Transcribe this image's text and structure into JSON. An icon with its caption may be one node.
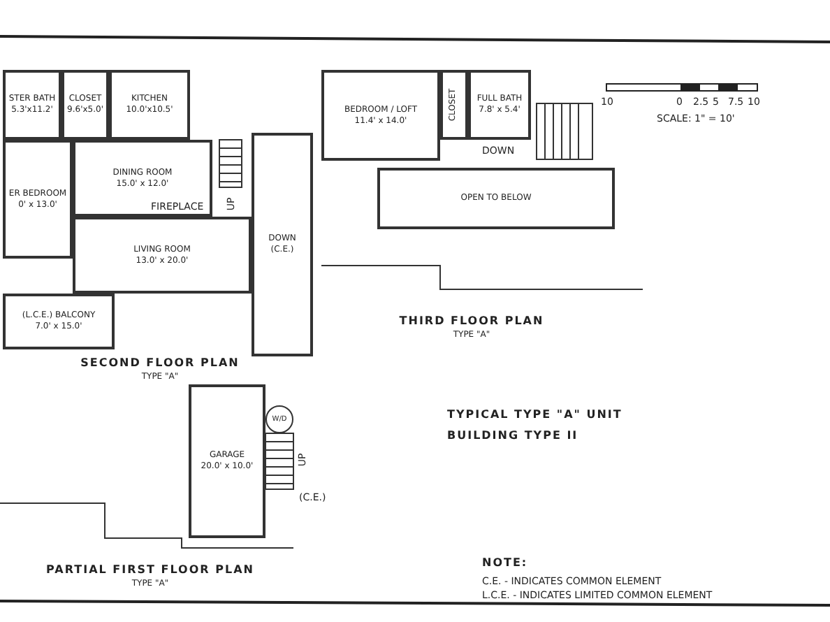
{
  "diagram": {
    "nodes": [
      {
        "text": [
          "SECOND FLOOR PLAN",
          "TYPE \"A\""
        ]
      },
      {
        "text": [
          "STER BATH",
          "5.3'x11.2'"
        ],
        "in": 0
      },
      {
        "text": [
          "CLOSET",
          "9.6'x5.0'"
        ],
        "in": 0
      },
      {
        "text": [
          "KITCHEN",
          "10.0'x10.5'"
        ],
        "in": 0
      },
      {
        "text": [
          "ER BEDROOM",
          "0' x 13.0'"
        ],
        "in": 0
      },
      {
        "text": [
          "DINING ROOM",
          "15.0' x 12.0'"
        ],
        "in": 0
      },
      {
        "text": [
          "DOWN",
          "(C.E.)"
        ],
        "in": 0
      },
      {
        "text": [
          "LIVING ROOM",
          "13.0' x 20.0'"
        ],
        "in": 0
      },
      {
        "text": [
          "(L.C.E.) BALCONY",
          "7.0' x 15.0'"
        ],
        "in": 0
      },
      {
        "text": [
          "THIRD FLOOR PLAN",
          "TYPE \"A\""
        ]
      },
      {
        "text": [
          "BEDROOM / LOFT",
          "11.4' x 14.0'"
        ],
        "in": 9
      },
      {
        "text": [
          "CLOSET"
        ],
        "in": 9
      },
      {
        "text": [
          "FULL BATH",
          "7.8' x 5.4'"
        ],
        "in": 9
      },
      {
        "text": [
          "OPEN TO BELOW"
        ],
        "in": 9
      },
      {
        "text": [
          "PARTIAL FIRST FLOOR PLAN",
          "TYPE \"A\""
        ]
      },
      {
        "text": [
          "GARAGE",
          "20.0' x 10.0'"
        ],
        "in": 14
      },
      {
        "text": [
          "W/D"
        ],
        "in": 14
      }
    ],
    "labels": [
      "FIREPLACE",
      "UP",
      "DOWN",
      "10",
      "0",
      "2.5",
      "5",
      "7.5",
      "10",
      "SCALE: 1\" = 10'",
      "UP",
      "(C.E.)",
      "TYPICAL TYPE \"A\" UNIT",
      "BUILDING TYPE II",
      "NOTE:",
      "C.E. - INDICATES COMMON ELEMENT",
      "L.C.E. - INDICATES LIMITED COMMON ELEMENT"
    ]
  }
}
